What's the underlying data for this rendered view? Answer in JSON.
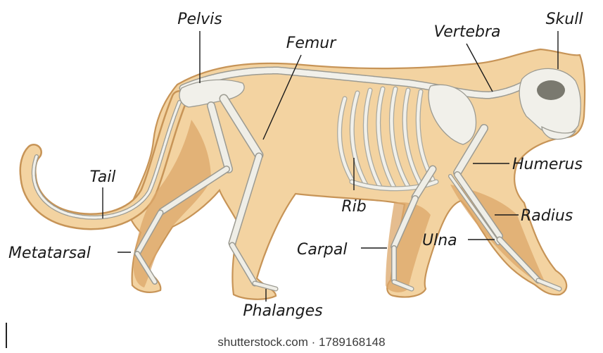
{
  "labels": {
    "skull": "Skull",
    "pelvis": "Pelvis",
    "femur": "Femur",
    "vertebra": "Vertebra",
    "tail": "Tail",
    "humerus": "Humerus",
    "rib": "Rib",
    "radius": "Radius",
    "metatarsal": "Metatarsal",
    "carpal": "Carpal",
    "ulna": "Ulna",
    "phalanges": "Phalanges"
  },
  "credit": {
    "site": "shutterstock.com",
    "separator": "·",
    "image_id": "1789168148"
  },
  "colors": {
    "body": "#f3d3a1",
    "body_outline": "#c79457",
    "body_shadow": "#dca76a",
    "bone": "#f1f0ea",
    "bone_outline": "#9c9b92",
    "text": "#1a1a1a"
  }
}
